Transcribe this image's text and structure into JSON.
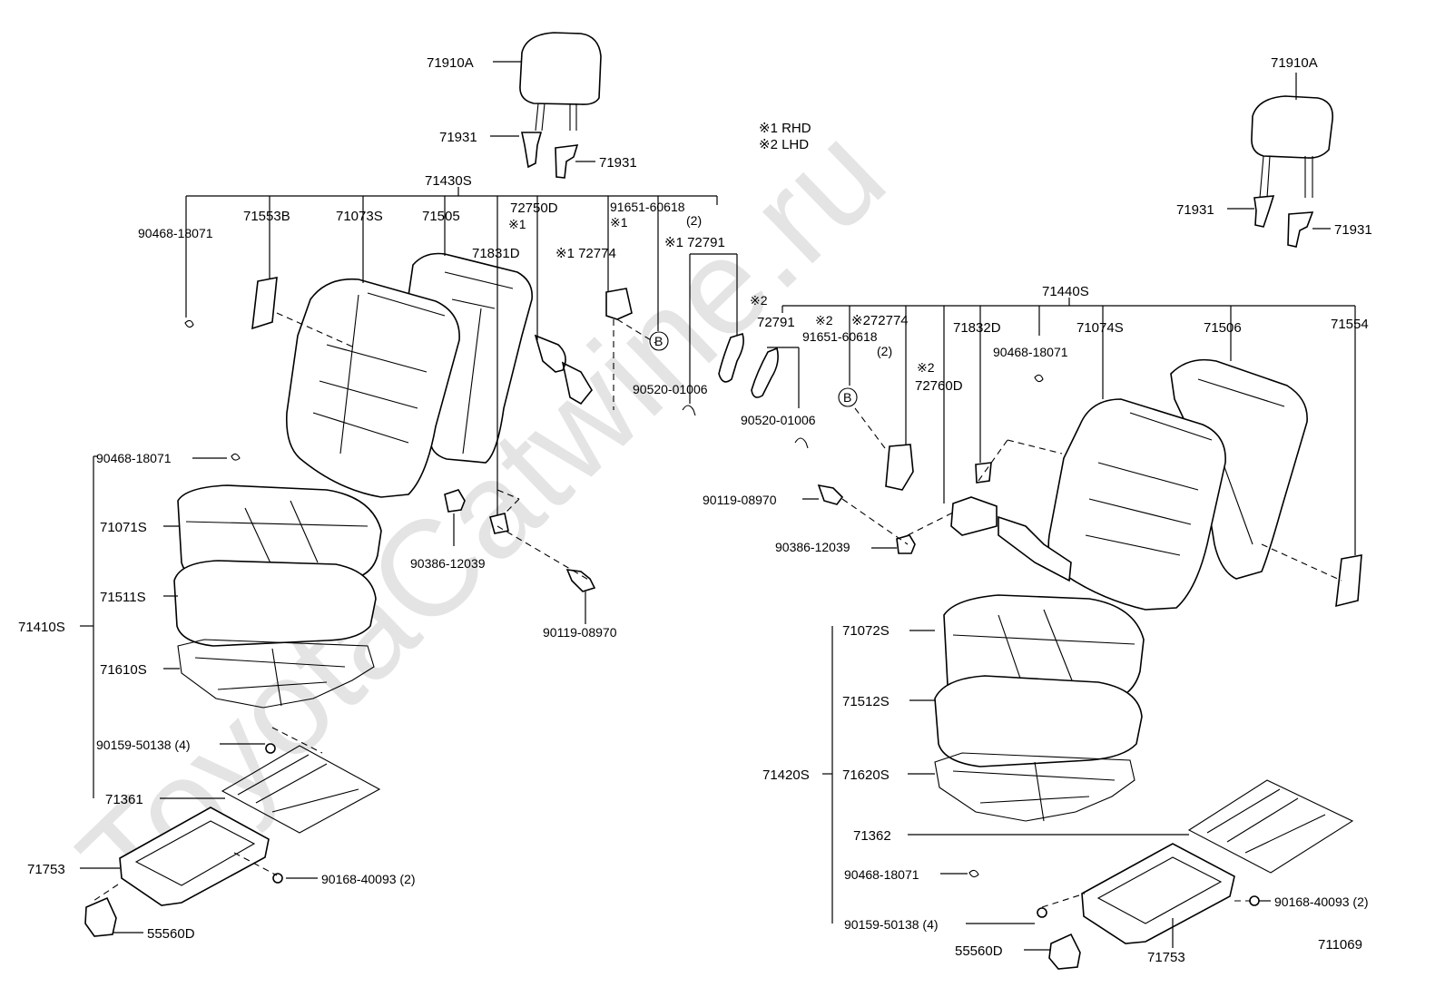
{
  "watermark": "ToyotaCatwine.ru",
  "legend": {
    "l1": "※1 RHD",
    "l2": "※2 LHD"
  },
  "figure_number": "711069",
  "labels": {
    "a71910A_l": "71910A",
    "a71931_l1": "71931",
    "a71931_l2": "71931",
    "a71430S": "71430S",
    "a90468_l1": "90468-18071",
    "a71553B": "71553B",
    "a71073S": "71073S",
    "a71505": "71505",
    "a72750D": "72750D",
    "ast1a": "※1",
    "a91651_l": "91651-60618",
    "a91651_l_q": "(2)",
    "ast1b": "※1",
    "a71831D": "71831D",
    "a72774_l": "※1 72774",
    "a72791_l": "※1 72791",
    "a90520_l": "90520-01006",
    "aB1": "B",
    "a90468_l2": "90468-18071",
    "a71071S": "71071S",
    "a71511S": "71511S",
    "a71410S": "71410S",
    "a71610S": "71610S",
    "a90159_l": "90159-50138 (4)",
    "a71361": "71361",
    "a71753_l": "71753",
    "a90168_l": "90168-40093 (2)",
    "a55560D_l": "55560D",
    "a90386_l": "90386-12039",
    "a90119_l": "90119-08970",
    "a71910A_r": "71910A",
    "a71931_r1": "71931",
    "a71931_r2": "71931",
    "a71440S": "71440S",
    "ast2a": "※2",
    "a72791_r": "72791",
    "ast2b": "※2",
    "a72774_r": "※272774",
    "a91651_r": "91651-60618",
    "a91651_r_q": "(2)",
    "a71832D": "71832D",
    "a71074S": "71074S",
    "a71506": "71506",
    "a71554": "71554",
    "a90468_r1": "90468-18071",
    "ast2c": "※2",
    "a72760D": "72760D",
    "aB2": "B",
    "a90520_r": "90520-01006",
    "a90119_r": "90119-08970",
    "a90386_r": "90386-12039",
    "a71072S": "71072S",
    "a71512S": "71512S",
    "a71420S": "71420S",
    "a71620S": "71620S",
    "a71362": "71362",
    "a90468_r2": "90468-18071",
    "a90159_r": "90159-50138 (4)",
    "a90168_r": "90168-40093 (2)",
    "a55560D_r": "55560D",
    "a71753_r": "71753"
  }
}
